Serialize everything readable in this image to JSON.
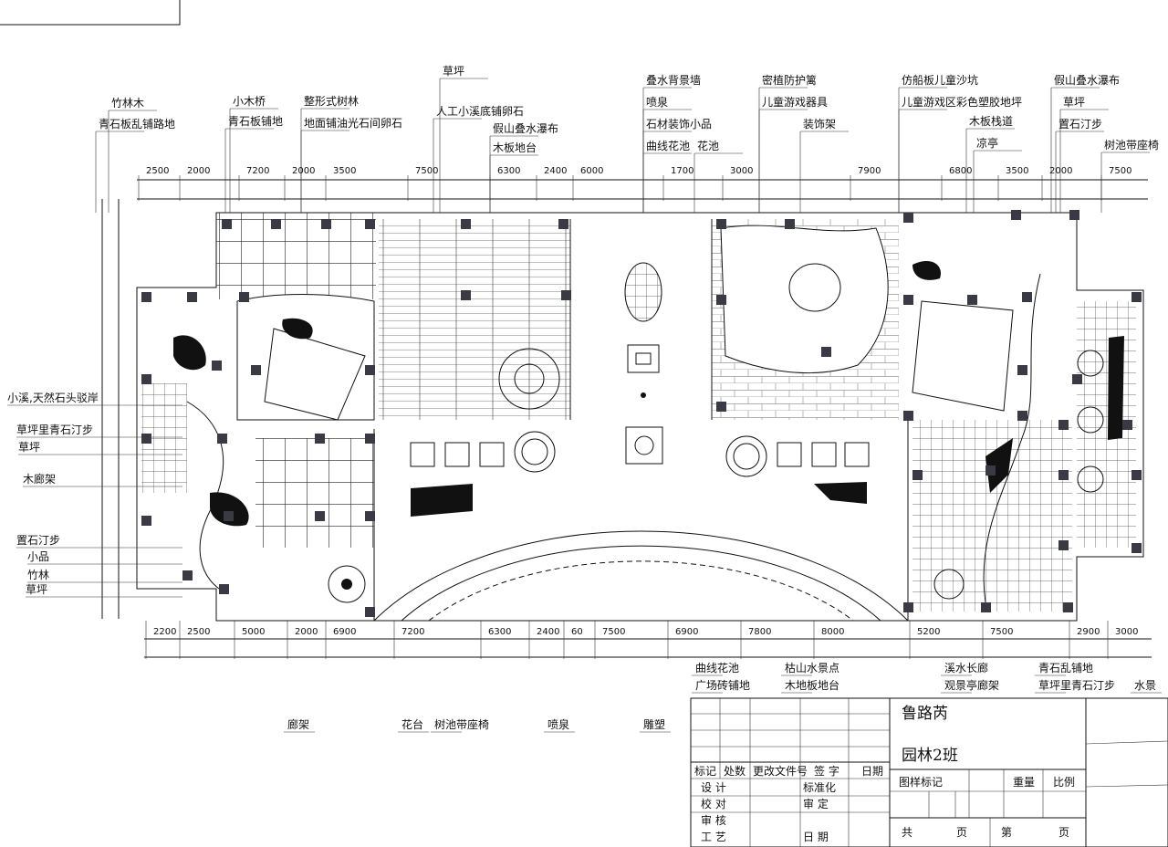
{
  "top_labels": [
    {
      "text": "竹林木"
    },
    {
      "text": "青石板乱铺路地"
    },
    {
      "text": "小木桥"
    },
    {
      "text": "青石板铺地"
    },
    {
      "text": "整形式树林"
    },
    {
      "text": "地面铺油光石间卵石"
    },
    {
      "text": "草坪"
    },
    {
      "text": "人工小溪底铺卵石"
    },
    {
      "text": "假山叠水瀑布"
    },
    {
      "text": "木板地台"
    },
    {
      "text": "叠水背景墙"
    },
    {
      "text": "喷泉"
    },
    {
      "text": "石材装饰小品"
    },
    {
      "text": "曲线花池"
    },
    {
      "text": "花池"
    },
    {
      "text": "密植防护篱"
    },
    {
      "text": "儿童游戏器具"
    },
    {
      "text": "装饰架"
    },
    {
      "text": "仿船板儿童沙坑"
    },
    {
      "text": "儿童游戏区彩色塑胶地坪"
    },
    {
      "text": "木板栈道"
    },
    {
      "text": "凉亭"
    },
    {
      "text": "假山叠水瀑布"
    },
    {
      "text": "草坪"
    },
    {
      "text": "置石汀步"
    },
    {
      "text": "树池带座椅"
    }
  ],
  "top_dims": [
    "2500",
    "2000",
    "7200",
    "2000",
    "3500",
    "7500",
    "6300",
    "2400",
    "6000",
    "1700",
    "3000",
    "7900",
    "6800",
    "3500",
    "2000",
    "7500"
  ],
  "bottom_dims": [
    "2200",
    "2500",
    "5000",
    "2000",
    "6900",
    "7200",
    "6300",
    "2400",
    "60",
    "7500",
    "6900",
    "7800",
    "8000",
    "5200",
    "7500",
    "2900",
    "3000"
  ],
  "bottom_labels": [
    {
      "text": "廊架"
    },
    {
      "text": "花台"
    },
    {
      "text": "树池带座椅"
    },
    {
      "text": "喷泉"
    },
    {
      "text": "雕塑"
    },
    {
      "text": "曲线花池"
    },
    {
      "text": "广场砖铺地"
    },
    {
      "text": "枯山水景点"
    },
    {
      "text": "木地板地台"
    },
    {
      "text": "溪水长廊"
    },
    {
      "text": "观景亭廊架"
    },
    {
      "text": "青石乱铺地"
    },
    {
      "text": "草坪里青石汀步"
    },
    {
      "text": "水景"
    }
  ],
  "left_labels": [
    {
      "text": "小溪,天然石头驳岸"
    },
    {
      "text": "草坪里青石汀步"
    },
    {
      "text": "草坪"
    },
    {
      "text": "木廊架"
    },
    {
      "text": "置石汀步"
    },
    {
      "text": "小品"
    },
    {
      "text": "竹林"
    },
    {
      "text": "草坪"
    }
  ],
  "title_block": {
    "author": "鲁路芮",
    "class_name": "园林2班",
    "headers": [
      "标记",
      "处数",
      "更改文件号",
      "签 字",
      "日期"
    ],
    "rows": [
      [
        "设 计",
        "标准化"
      ],
      [
        "校 对",
        "审 定"
      ],
      [
        "审 核",
        ""
      ],
      [
        "工 艺",
        "日 期"
      ]
    ],
    "drawing_mark": "图样标记",
    "weight": "重量",
    "scale": "比例",
    "total_pages": "共",
    "page_unit": "页",
    "page_no": "第",
    "page_unit2": "页"
  }
}
